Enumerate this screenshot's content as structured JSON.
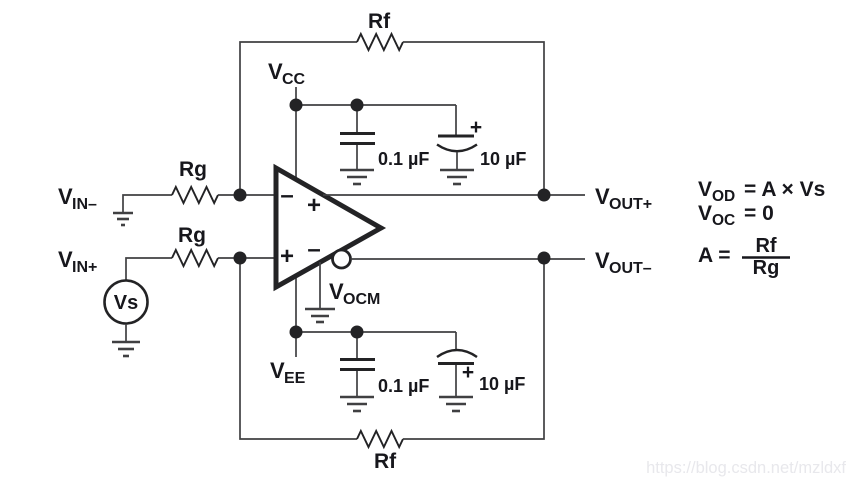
{
  "figure": {
    "kind": "circuit-diagram",
    "subject": "Fully differential amplifier typical application circuit",
    "colors": {
      "wire": "#404042",
      "component": "#232325",
      "text": "#17171c",
      "watermark": "#e8e8ec",
      "background": "#ffffff"
    },
    "watermark_text": "https://blog.csdn.net/mzldxf",
    "resistors": {
      "rf_top": "Rf",
      "rf_bottom": "Rf",
      "rg_upper": "Rg",
      "rg_lower": "Rg"
    },
    "capacitors": {
      "vcc_small": "0.1 µF",
      "vcc_large": "10 µF",
      "vcc_large_polarity": "+",
      "vee_small": "0.1 µF",
      "vee_large": "10 µF",
      "vee_large_polarity": "+"
    },
    "source_label": "Vs",
    "terminals": {
      "vin_minus": {
        "base": "V",
        "sub": "IN–"
      },
      "vin_plus": {
        "base": "V",
        "sub": "IN+"
      },
      "vout_plus": {
        "base": "V",
        "sub": "OUT+"
      },
      "vout_minus": {
        "base": "V",
        "sub": "OUT–"
      },
      "vcc": {
        "base": "V",
        "sub": "CC"
      },
      "vee": {
        "base": "V",
        "sub": "EE"
      },
      "vocm": {
        "base": "V",
        "sub": "OCM"
      }
    },
    "opamp_marks": {
      "in_top": "–",
      "out_top": "+",
      "in_bottom": "+",
      "out_bottom": "–"
    },
    "equations": {
      "vod": {
        "base": "V",
        "sub": "OD",
        "rhs": "= A × Vs"
      },
      "voc": {
        "base": "V",
        "sub": "OC",
        "rhs": "= 0"
      },
      "gain": {
        "lhs": "A =",
        "num": "Rf",
        "den": "Rg"
      }
    }
  }
}
